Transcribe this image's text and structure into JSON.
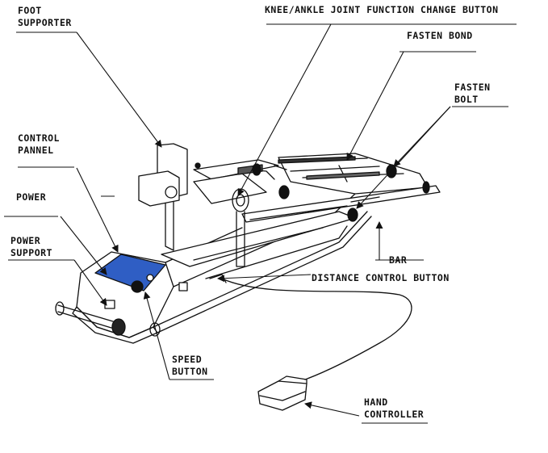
{
  "labels": {
    "foot_supporter": "FOOT\nSUPPORTER",
    "knee_ankle_button": "KNEE/ANKLE JOINT FUNCTION CHANGE BUTTON",
    "fasten_bond": "FASTEN BOND",
    "fasten_bolt": "FASTEN\nBOLT",
    "control_pannel": "CONTROL\nPANNEL",
    "power": "POWER",
    "power_support": "POWER\nSUPPORT",
    "bar": "BAR",
    "distance_control_button": "DISTANCE CONTROL BUTTON",
    "speed_button": "SPEED\nBUTTON",
    "hand_controller": "HAND\nCONTROLLER"
  },
  "colors": {
    "line": "#111111",
    "control_panel_fill": "#2f5ec4"
  }
}
